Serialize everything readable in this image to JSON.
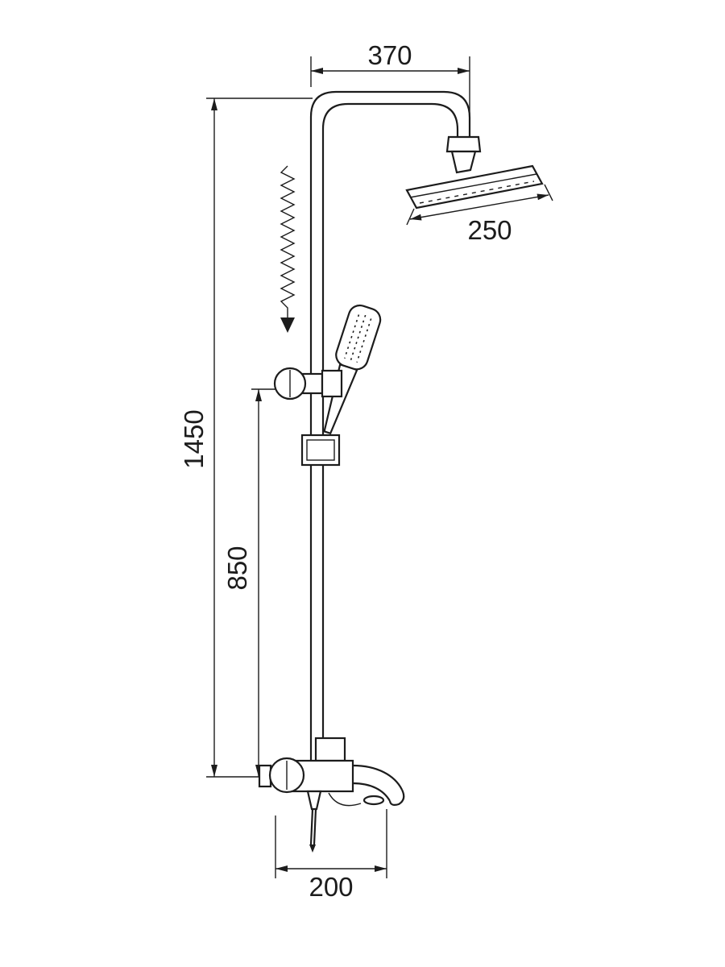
{
  "diagram": {
    "type": "technical-dimension-drawing",
    "subject": "shower-column-with-rain-head-hand-shower-and-spout-mixer",
    "background_color": "#ffffff",
    "line_color": "#1c1c1c",
    "dimensions": {
      "top_arm_width_mm": "370",
      "head_width_mm": "250",
      "total_height_mm": "1450",
      "lower_section_height_mm": "850",
      "spout_reach_mm": "200"
    }
  }
}
